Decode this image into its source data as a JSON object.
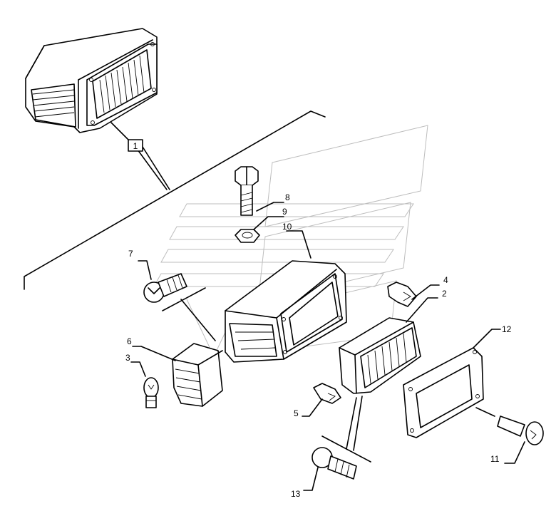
{
  "diagram": {
    "assembly_callout": "1",
    "parts": [
      {
        "id": "p1",
        "label": "1",
        "name": "headlamp-assembly"
      },
      {
        "id": "p2",
        "label": "2",
        "name": "lamp-unit"
      },
      {
        "id": "p3",
        "label": "3",
        "name": "bulb-small"
      },
      {
        "id": "p4",
        "label": "4",
        "name": "bulb-4"
      },
      {
        "id": "p5",
        "label": "5",
        "name": "bulb-5"
      },
      {
        "id": "p6",
        "label": "6",
        "name": "indicator-lens"
      },
      {
        "id": "p7",
        "label": "7",
        "name": "bolt-7"
      },
      {
        "id": "p8",
        "label": "8",
        "name": "hex-bolt"
      },
      {
        "id": "p9",
        "label": "9",
        "name": "hex-nut"
      },
      {
        "id": "p10",
        "label": "10",
        "name": "lamp-housing"
      },
      {
        "id": "p11",
        "label": "11",
        "name": "screw-11"
      },
      {
        "id": "p12",
        "label": "12",
        "name": "bezel-frame"
      },
      {
        "id": "p13",
        "label": "13",
        "name": "bolt-13"
      }
    ]
  }
}
